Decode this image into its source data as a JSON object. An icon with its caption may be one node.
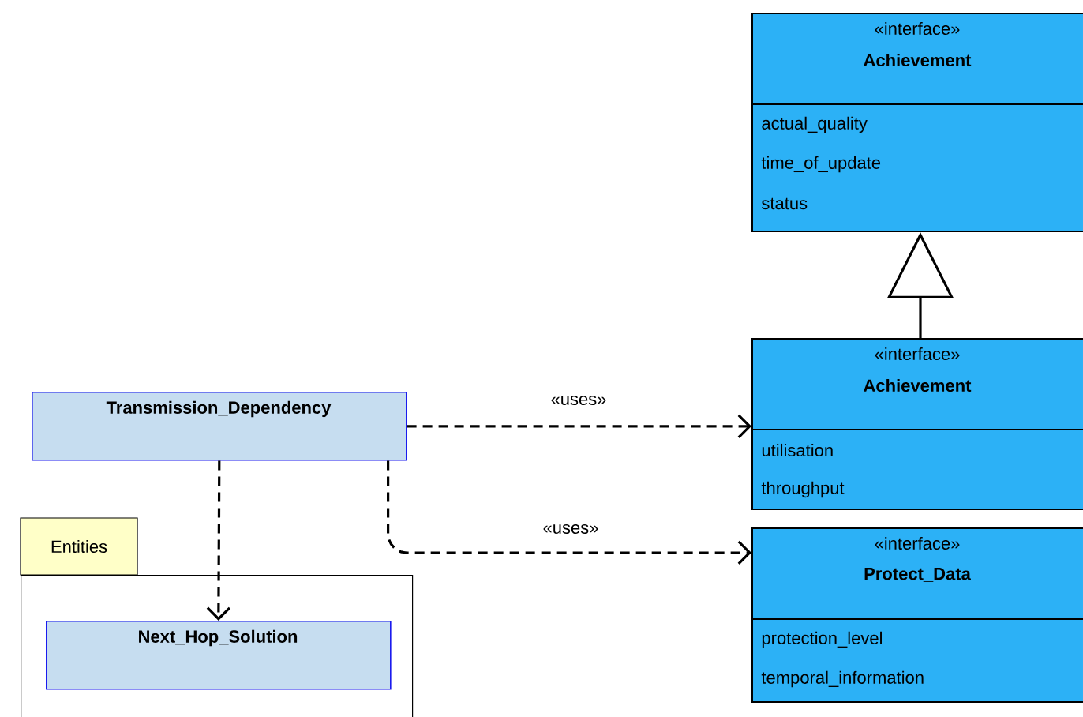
{
  "diagram": {
    "nodes": [
      {
        "text": [
          "«interface»",
          "Achievement",
          "actual_quality",
          "time_of_update",
          "status"
        ]
      },
      {
        "text": [
          "«interface»",
          "Achievement",
          "utilisation",
          "throughput"
        ]
      },
      {
        "text": [
          "Transmission_Dependency"
        ]
      },
      {
        "text": [
          "«interface»",
          "Protect_Data",
          "protection_level",
          "temporal_information"
        ]
      },
      {
        "text": [
          "Entities"
        ]
      },
      {
        "text": [
          "Next_Hop_Solution"
        ],
        "in": 4
      }
    ],
    "edges": [
      {
        "from": 1,
        "to": 0,
        "arrow": "to"
      },
      {
        "from": 2,
        "to": 1,
        "arrow": "to",
        "label": "«uses»",
        "style": "dashed"
      },
      {
        "from": 2,
        "to": 5,
        "arrow": "to",
        "style": "dashed"
      },
      {
        "from": 2,
        "to": 3,
        "arrow": "to",
        "label": "«uses»",
        "style": "dashed"
      }
    ]
  }
}
